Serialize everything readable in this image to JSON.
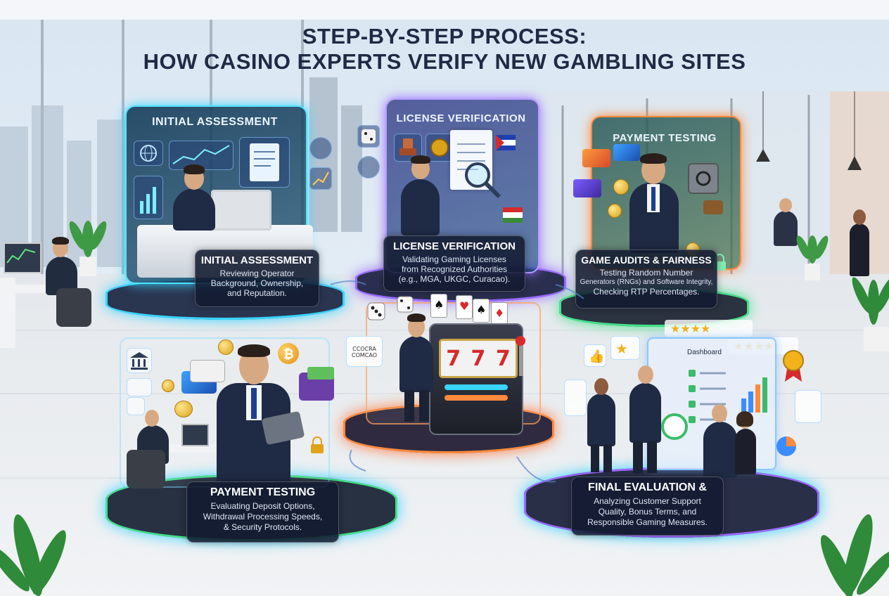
{
  "title": {
    "line1": "STEP-BY-STEP PROCESS:",
    "line2": "HOW CASINO EXPERTS VERIFY NEW GAMBLING SITES"
  },
  "panels": {
    "initial": {
      "header": "INITIAL ASSESSMENT",
      "card_title": "INITIAL ASSESSMENT",
      "card_lines": [
        "Reviewing Operator",
        "Background, Ownership,",
        "and Reputation."
      ]
    },
    "license": {
      "header": "LICENSE VERIFICATION",
      "card_title": "LICENSE VERIFICATION",
      "card_lines": [
        "Validating Gaming Licenses",
        "from Recognized Authorities",
        "(e.g., MGA, UKGC, Curacao)."
      ]
    },
    "payment_top": {
      "header": "PAYMENT TESTING"
    },
    "game": {
      "card_title": "GAME AUDITS & FAIRNESS",
      "card_lines": [
        "Testing Random Number",
        "Generators (RNGs) and Software Integrity,",
        "Checking RTP Percentages."
      ]
    },
    "payment": {
      "card_title": "PAYMENT TESTING",
      "card_lines": [
        "Evaluating Deposit Options,",
        "Withdrawal Processing Speeds,",
        "& Security Protocols."
      ]
    },
    "final": {
      "card_title": "FINAL EVALUATION &",
      "card_lines": [
        "Analyzing Customer Support",
        "Quality, Bonus Terms, and",
        "Responsible Gaming Measures."
      ]
    }
  },
  "slot_digits": [
    "7",
    "7",
    "7"
  ],
  "screen_labels": {
    "dashboard": "Dashboard",
    "seal": "CCOCRA COMCAO"
  },
  "colors": {
    "title": "#1f2a44",
    "accent_cyan": "#39d4ff",
    "accent_purple": "#9b6bff",
    "accent_orange": "#ff8a3d",
    "accent_green": "#44e08a",
    "card_bg": "#121a30"
  },
  "icons": [
    "globe-icon",
    "chart-icon",
    "document-icon",
    "stamp-icon",
    "magnifier-icon",
    "flag-icon",
    "credit-card-icon",
    "coin-icon",
    "safe-icon",
    "wallet-icon",
    "lock-icon",
    "dice-icon",
    "playing-card-icon",
    "slot-machine-icon",
    "thumbs-up-icon",
    "star-icon",
    "medal-icon",
    "bank-icon",
    "bitcoin-icon"
  ]
}
